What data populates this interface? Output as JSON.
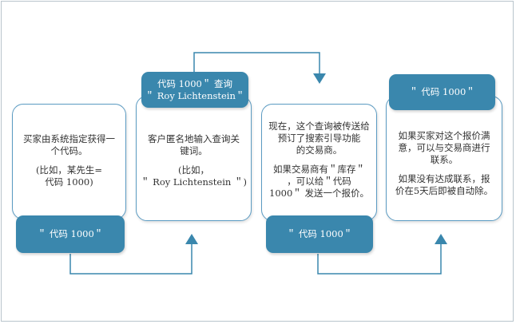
{
  "cards": [
    {
      "paragraphs": [
        [
          "买家由系统指定获得一",
          "个代码。"
        ],
        [
          "(比如，某先生=",
          "代码 1000)"
        ]
      ],
      "badge": [
        "＂ 代码 1000＂"
      ]
    },
    {
      "paragraphs": [
        [
          "客户匿名地输入查询关",
          "键词。"
        ],
        [
          "(比如，",
          "＂ Roy Lichtenstein ＂)"
        ]
      ],
      "badge": [
        "代码 1000＂ 查询",
        "＂ Roy Lichtenstein＂"
      ]
    },
    {
      "paragraphs": [
        [
          "现在，这个查询被传送给",
          "预订了搜索引导功能",
          "的交易商。"
        ],
        [
          "如果交易商有＂库存＂",
          "，可以给＂代码",
          "1000＂ 发送一个报价。"
        ]
      ],
      "badge": [
        "＂ 代码 1000＂"
      ]
    },
    {
      "paragraphs": [
        [
          "如果买家对这个报价满",
          "意，可以与交易商进行",
          "联系。"
        ],
        [
          "如果没有达成联系，报",
          "价在5天后即被自动除。"
        ]
      ],
      "badge": [
        "＂ 代码 1000＂"
      ]
    }
  ],
  "colors": {
    "accent": "#3a87ad",
    "card_border": "#5b9bc2",
    "connector": "#3a87ad",
    "text": "#333333"
  }
}
